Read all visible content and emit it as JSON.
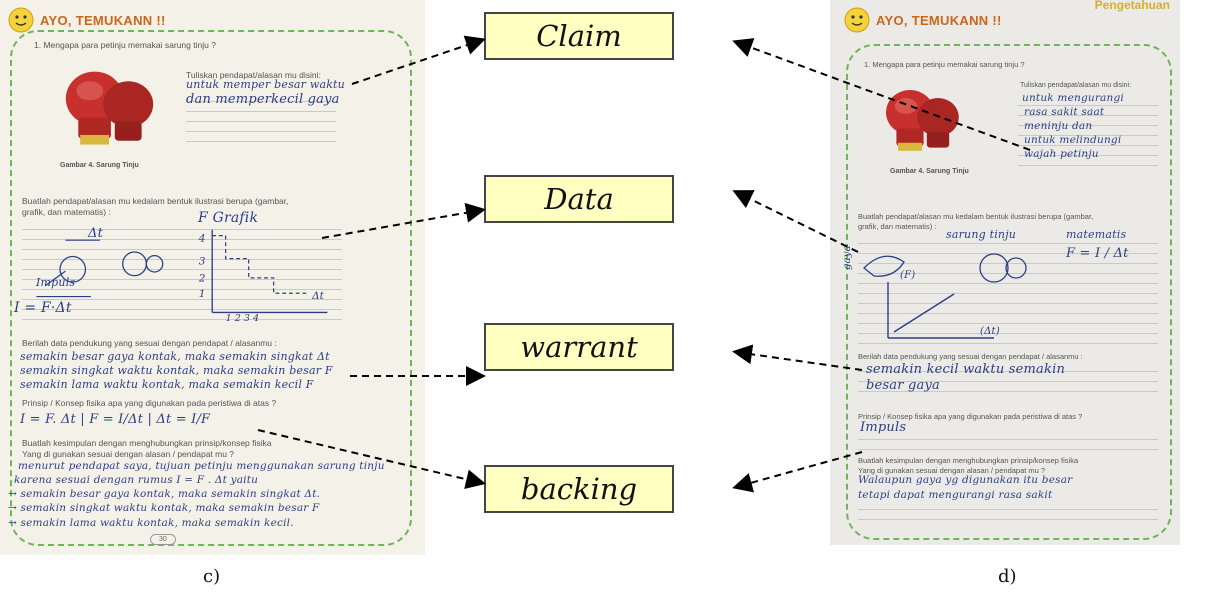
{
  "panels": {
    "c": {
      "label": "c)",
      "header": "AYO, TEMUKANN !!",
      "q1": "1.  Mengapa  para petinju memakai sarung tinju ?",
      "prompt1": "Tuliskan pendapat/alasan mu disini:",
      "claim_hw": [
        "untuk memper besar waktu",
        "dan memperkecil gaya"
      ],
      "fig_caption": "Gambar 4. Sarung Tinju",
      "q2": "Buatlah pendapat/alasan mu kedalam bentuk ilustrasi berupa (gambar,",
      "q2b": "grafik, dan matematis) :",
      "data_hw": [
        "F  Grafik",
        "Impuls",
        "I = F·Δt",
        "Δt"
      ],
      "q3": "Berilah data pendukung yang sesuai dengan pendapat / alasanmu :",
      "warrant_hw": [
        "semakin besar gaya kontak, maka semakin singkat Δt",
        "semakin singkat waktu kontak, maka semakin besar F",
        "semakin lama waktu kontak, maka semakin kecil F"
      ],
      "q4": "Prinsip / Konsep fisika apa yang digunakan pada peristiwa di atas ?",
      "backing_hw1": "I = F. Δt  |  F = I/Δt  |  Δt = I/F",
      "q5": "Buatlah kesimpulan dengan menghubungkan prinsip/konsep fisika",
      "q5b": "Yang di gunakan sesuai dengan alasan / pendapat mu ?",
      "conclusion_hw": [
        "menurut pendapat saya, tujuan petinju menggunakan sarung tinju",
        "karena sesuai dengan rumus  I = F . Δt  yaitu",
        "→ semakin besar gaya kontak, maka semakin singkat Δt.",
        "→ semakin singkat waktu kontak, maka semakin besar F",
        "→ semakin lama waktu kontak, maka semakin kecil."
      ],
      "page_number": "30"
    },
    "d": {
      "label": "d)",
      "header": "AYO, TEMUKANN !!",
      "top_right": "Pengetahuan",
      "q1": "1.  Mengapa  para petinju memakai sarung tinju ?",
      "prompt1": "Tuliskan pendapat/alasan mu disini:",
      "claim_hw": [
        "untuk mengurangi",
        "rasa sakit saat",
        "meninju dan",
        "untuk melindungi",
        "wajah petinju"
      ],
      "fig_caption": "Gambar 4. Sarung Tinju",
      "q2": "Buatlah pendapat/alasan mu kedalam bentuk ilustrasi berupa (gambar,",
      "q2b": "grafik, dan matematis) :",
      "data_hw": [
        "sarung tinju",
        "matematis",
        "F = I / Δt",
        "gaya",
        "(F)",
        "(Δt)"
      ],
      "q3": "Berilah data pendukung yang sesuai dengan pendapat / alasanmu :",
      "warrant_hw": [
        "semakin kecil waktu semakin",
        "besar gaya"
      ],
      "q4": "Prinsip / Konsep fisika apa yang digunakan pada peristiwa di atas ?",
      "backing_hw": "Impuls",
      "q5": "Buatlah kesimpulan dengan menghubungkan prinsip/konsep fisika",
      "q5b": "Yang di gunakan sesuai dengan alasan / pendapat mu ?",
      "conclusion_hw": [
        "Walaupun gaya yg digunakan itu besar",
        "tetapi dapat mengurangi rasa sakit"
      ]
    }
  },
  "toulmin_boxes": {
    "claim": "Claim",
    "data": "Data",
    "warrant": "warrant",
    "backing": "backing"
  },
  "colors": {
    "box_fill": "#ffffc2",
    "frame_dash": "#6db65a",
    "handwriting": "#2b3f86",
    "header_text": "#c9661d"
  }
}
